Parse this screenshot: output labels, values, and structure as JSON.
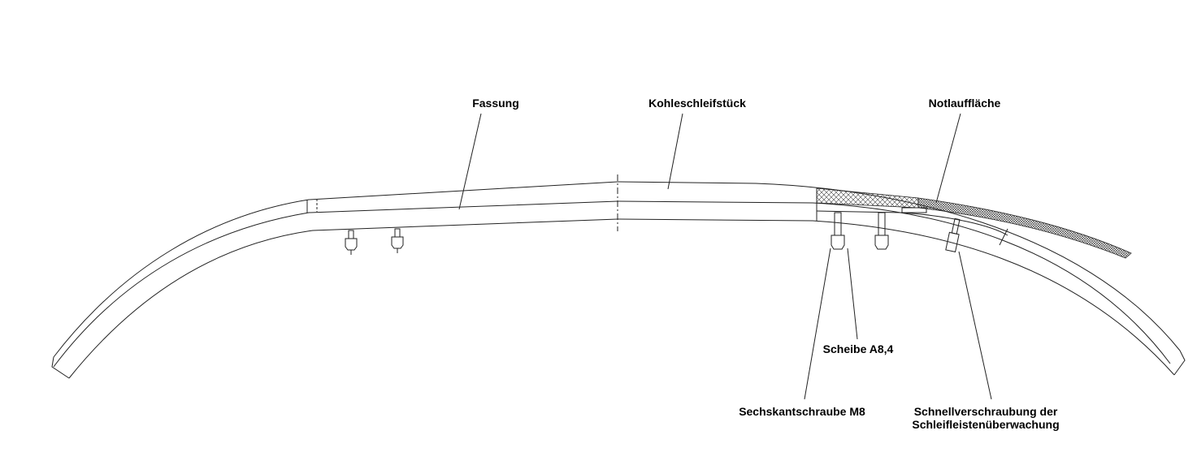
{
  "labels": {
    "fassung": "Fassung",
    "kohleschleifstueck": "Kohleschleifstück",
    "notlaufflaeche": "Notlauffläche",
    "scheibe": "Scheibe A8,4",
    "sechskantschraube": "Sechskantschraube M8",
    "schnellverschraubung_line1": "Schnellverschraubung der",
    "schnellverschraubung_line2": "Schleifleistenüberwachung"
  }
}
